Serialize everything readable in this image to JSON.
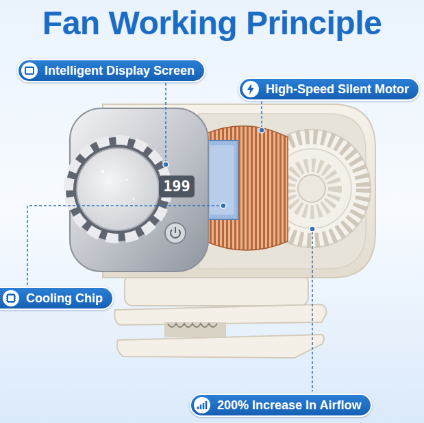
{
  "diagram": {
    "title": "Fan Working Principle",
    "nodes": [
      {
        "text": [
          "Intelligent Display Screen"
        ]
      },
      {
        "text": [
          "High-Speed Silent Motor"
        ]
      },
      {
        "text": [
          "Cooling Chip"
        ]
      },
      {
        "text": [
          "200% Increase In Airflow"
        ]
      }
    ],
    "labels": [
      "199"
    ]
  }
}
